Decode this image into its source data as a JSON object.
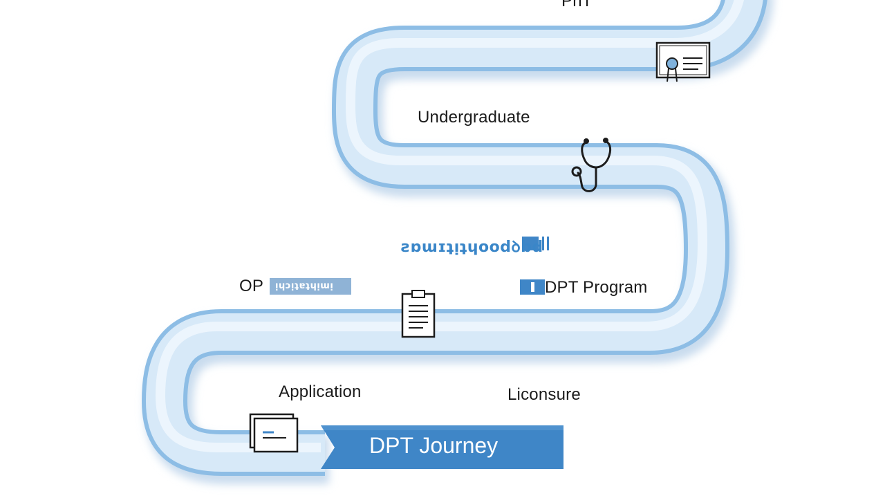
{
  "labels": {
    "top_cutoff": "PhT",
    "undergraduate": "Undergraduate",
    "garbled_center": "ꙅɒɯɪʇᴉʇɥoodꝺbd",
    "op_prefix": "OP",
    "op_garbled": "ᴉɥɔᴉʇɐʇɥᴉɯᴉ",
    "dpt_program": "DPT Program",
    "dpt_program_prefix": "I",
    "application": "Application",
    "licensure": "Liconsure",
    "journey_button": "DPT Journey"
  },
  "icons": {
    "certificate": "certificate-icon",
    "stethoscope": "stethoscope-icon",
    "clipboard": "clipboard-icon",
    "documents": "documents-icon"
  },
  "colors": {
    "path_fill": "#d6e8f7",
    "path_edge": "#7fb2dd",
    "path_shadow": "#c3d8ec",
    "banner": "#3f86c7",
    "garbled_text": "#3a86c8"
  }
}
